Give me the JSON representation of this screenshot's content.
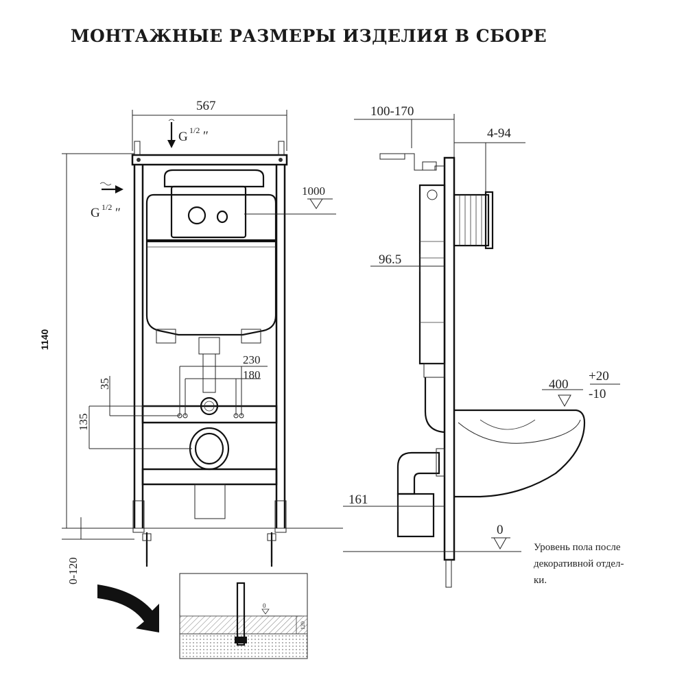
{
  "title": "МОНТАЖНЫЕ РАЗМЕРЫ ИЗДЕЛИЯ В СБОРЕ",
  "front_view": {
    "width": "567",
    "height": "1140",
    "pipe_top": "G",
    "pipe_side": "G",
    "pipe_fraction": "1/2",
    "inch_mark": "″",
    "level_button": "1000",
    "spacing_outer": "230",
    "spacing_inner": "180",
    "offset_top": "35",
    "offset_drain": "135",
    "floor_adjust": "0-120"
  },
  "side_view": {
    "depth_range": "100-170",
    "wall_range": "4-94",
    "cistern_depth": "96.5",
    "bowl_level": "400",
    "bowl_tol_plus": "+20",
    "bowl_tol_minus": "-10",
    "drain_depth": "161",
    "floor_level": "0",
    "floor_note_line1": "Уровень пола после",
    "floor_note_line2": "декоративной отдел-",
    "floor_note_line3": "ки."
  },
  "detail_view": {
    "zero_mark": "0",
    "depth_mark": "120"
  }
}
